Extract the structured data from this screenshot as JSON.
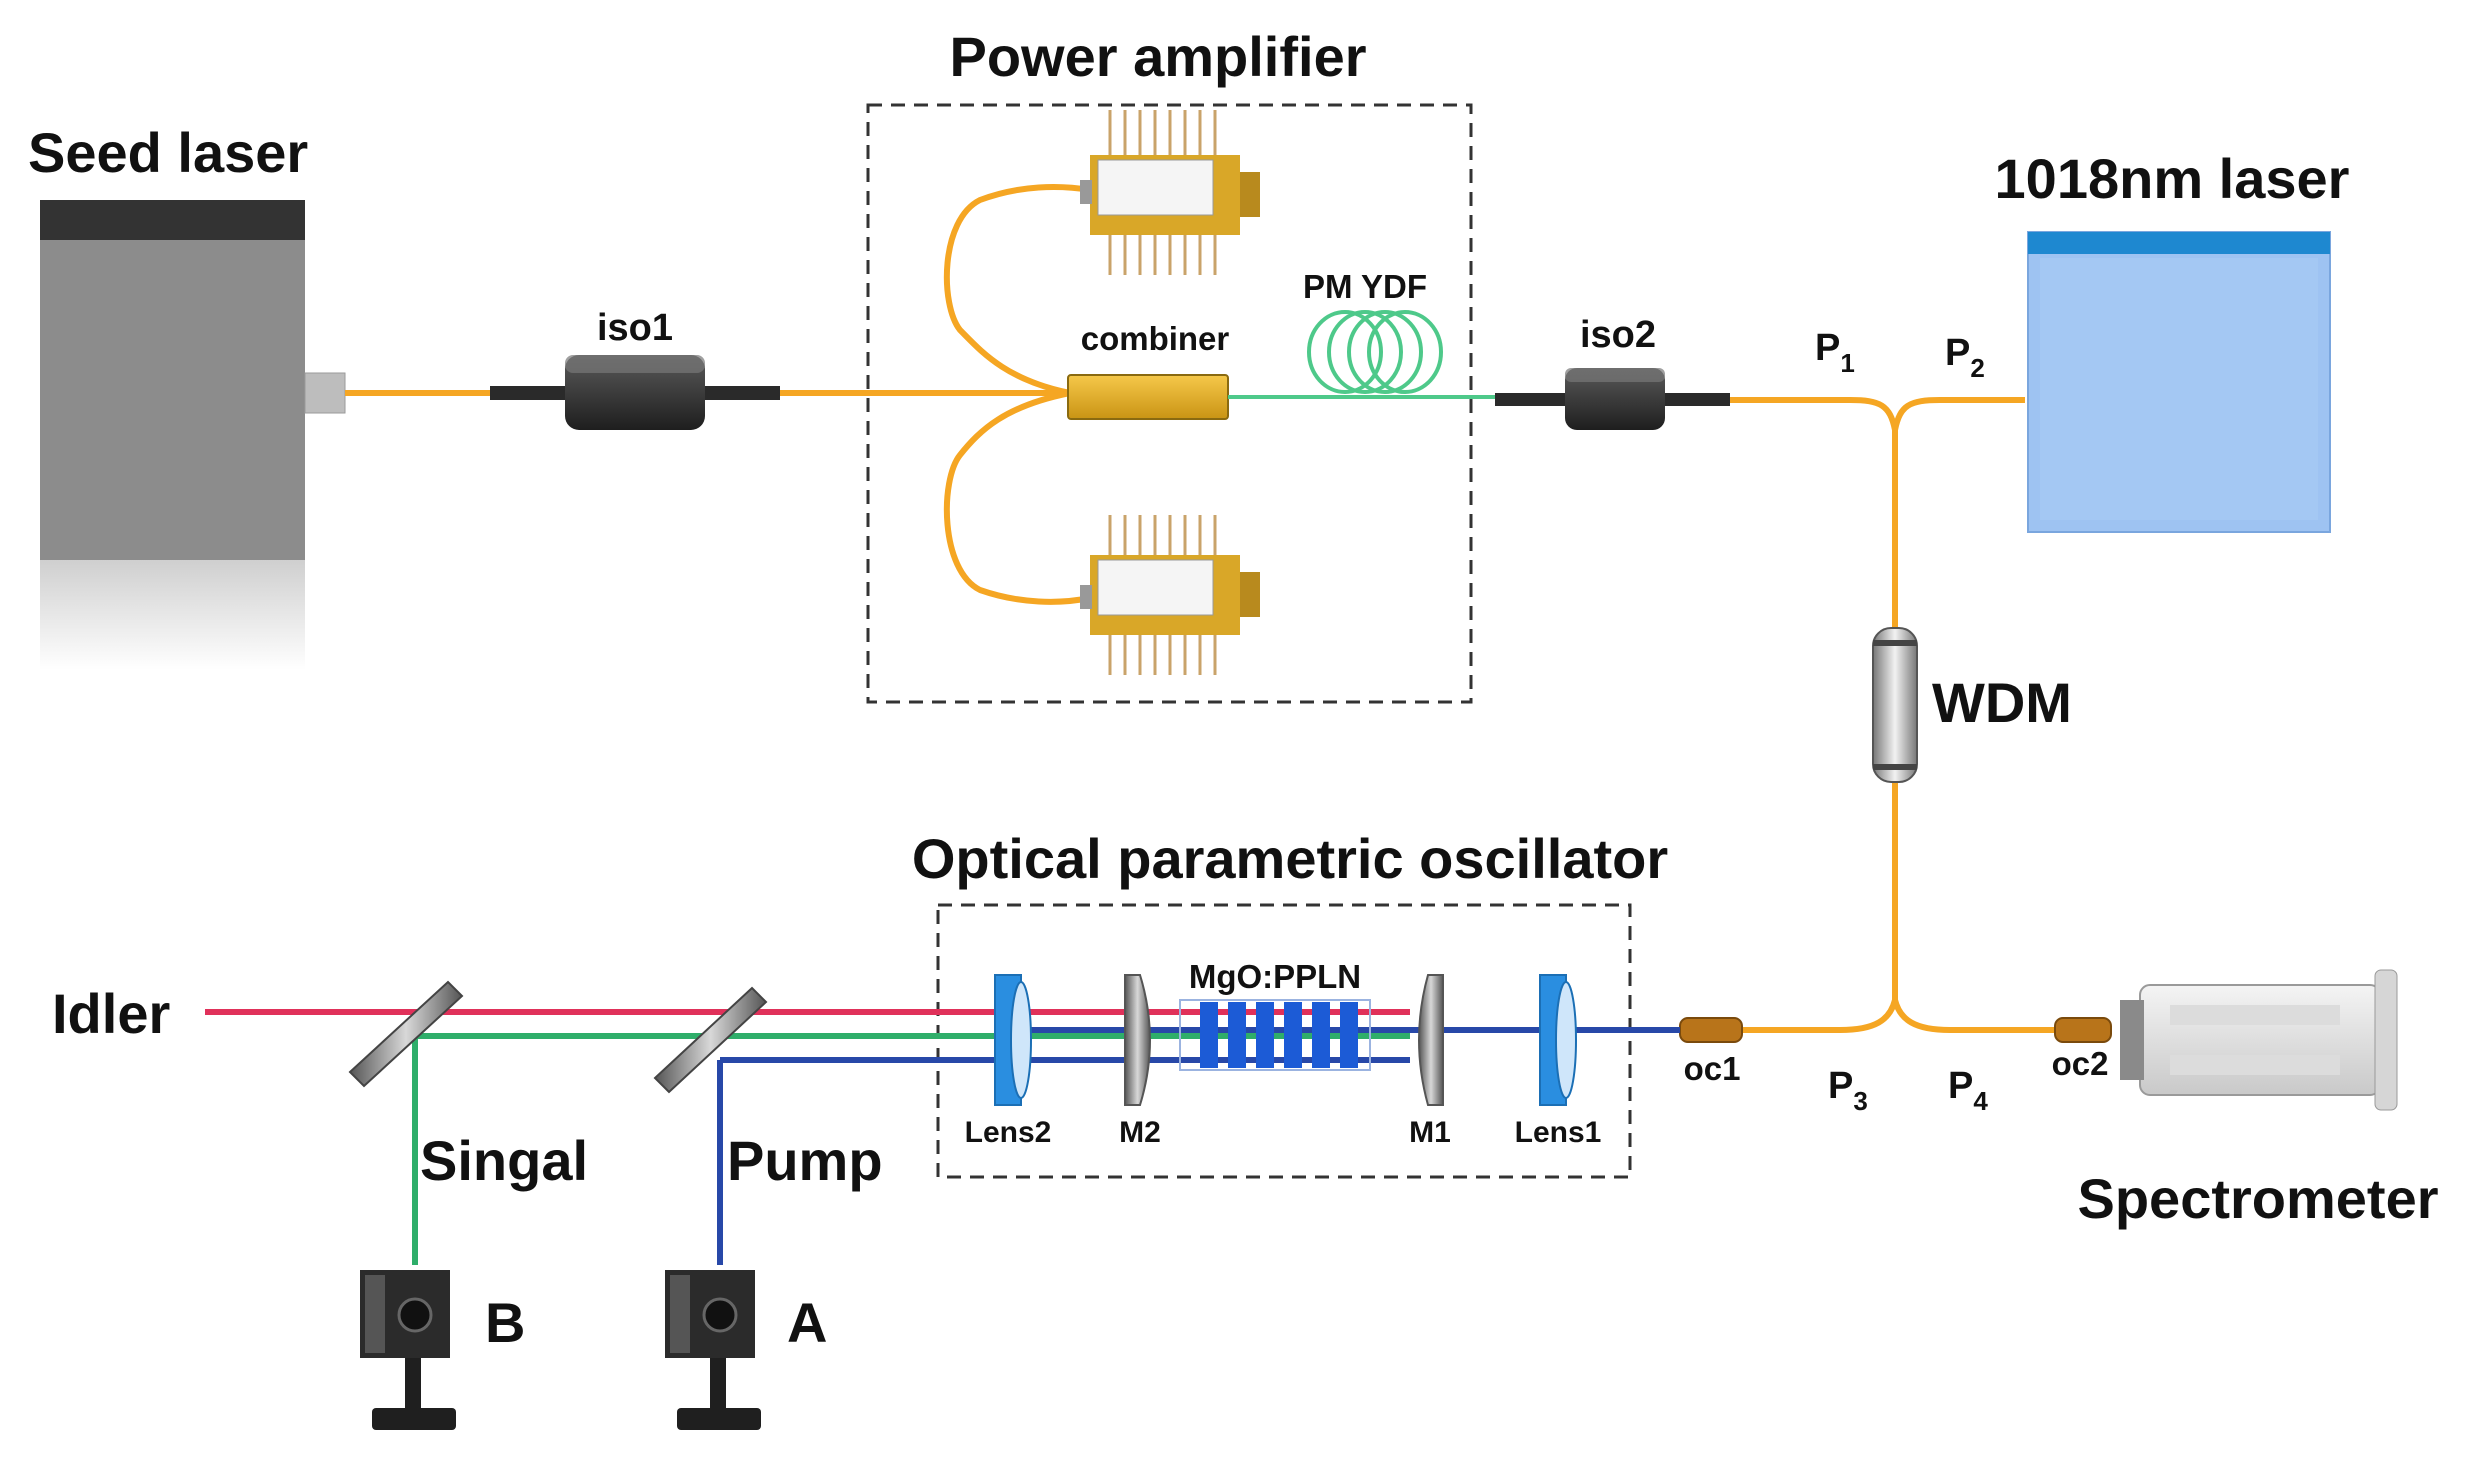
{
  "labels": {
    "seed_laser": "Seed laser",
    "power_amplifier": "Power amplifier",
    "laser_1018": "1018nm laser",
    "iso1": "iso1",
    "iso2": "iso2",
    "combiner": "combiner",
    "pm_ydf": "PM YDF",
    "p1": "P",
    "p1_sub": "1",
    "p2": "P",
    "p2_sub": "2",
    "p3": "P",
    "p3_sub": "3",
    "p4": "P",
    "p4_sub": "4",
    "wdm": "WDM",
    "opo": "Optical parametric oscillator",
    "idler": "Idler",
    "signal": "Singal",
    "pump": "Pump",
    "lens2": "Lens2",
    "m2": "M2",
    "crystal": "MgO:PPLN",
    "m1": "M1",
    "lens1": "Lens1",
    "oc1": "oc1",
    "oc2": "oc2",
    "spectrometer": "Spectrometer",
    "detector_b": "B",
    "detector_a": "A"
  },
  "colors": {
    "fiber": "#f5a623",
    "ydf": "#4ec98a",
    "idler_beam": "#e0315a",
    "signal_beam": "#2fae6a",
    "pump_beam": "#2848a8",
    "laser_1018": "#9ec3f2",
    "laser_1018_top": "#1e88d0",
    "seed_body": "#8c8c8c",
    "seed_top": "#333333"
  }
}
